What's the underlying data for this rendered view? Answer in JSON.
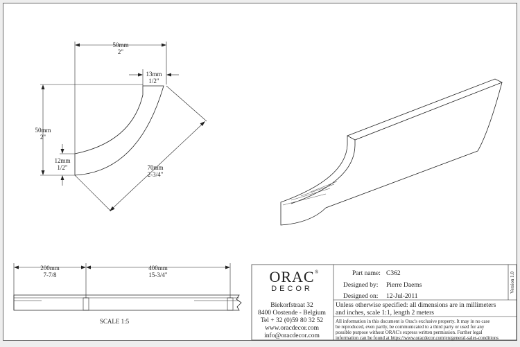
{
  "profile_dims": {
    "top_mm": "50mm",
    "top_in": "2\"",
    "lip_mm": "13mm",
    "lip_in": "1/2\"",
    "left_mm": "50mm",
    "left_in": "2\"",
    "base_mm": "12mm",
    "base_in": "1/2\"",
    "diag_mm": "70mm",
    "diag_in": "2-3/4\""
  },
  "side_dims": {
    "a_mm": "200mm",
    "a_in": "7-7/8",
    "b_mm": "400mm",
    "b_in": "15-3/4\""
  },
  "scale_label": "SCALE  1:5",
  "logo": {
    "main": "ORAC",
    "sub": "DECOR",
    "reg": "®"
  },
  "address": {
    "street": "Biekorfstraat 32",
    "city": "8400 Oostende - Belgium",
    "tel": "Tel   + 32 (0)59 80 32 52",
    "web": "www.oracdecor.com",
    "email": "info@oracdecor.com"
  },
  "part": {
    "name_label": "Part name:",
    "name_value": "C362",
    "designer_label": "Designed by:",
    "designer_value": "Pierre Daems",
    "date_label": "Designed on:",
    "date_value": "12-Jul-2011",
    "version": "Version 1.0"
  },
  "spec_lines": [
    "Unless otherwise specified: all dimensions are in millimeters",
    "and inches, scale 1:1, length 2 meters"
  ],
  "legal_lines": [
    "All information in this document is Orac's exclusive property.  It may in no case",
    "be reproduced, even partly, be communicated to a third party or used for any",
    "possible purpose without ORAC's express written permission. Further legal",
    "information can be found at https://www.oracdecor.com/en/general-sales-conditions"
  ]
}
